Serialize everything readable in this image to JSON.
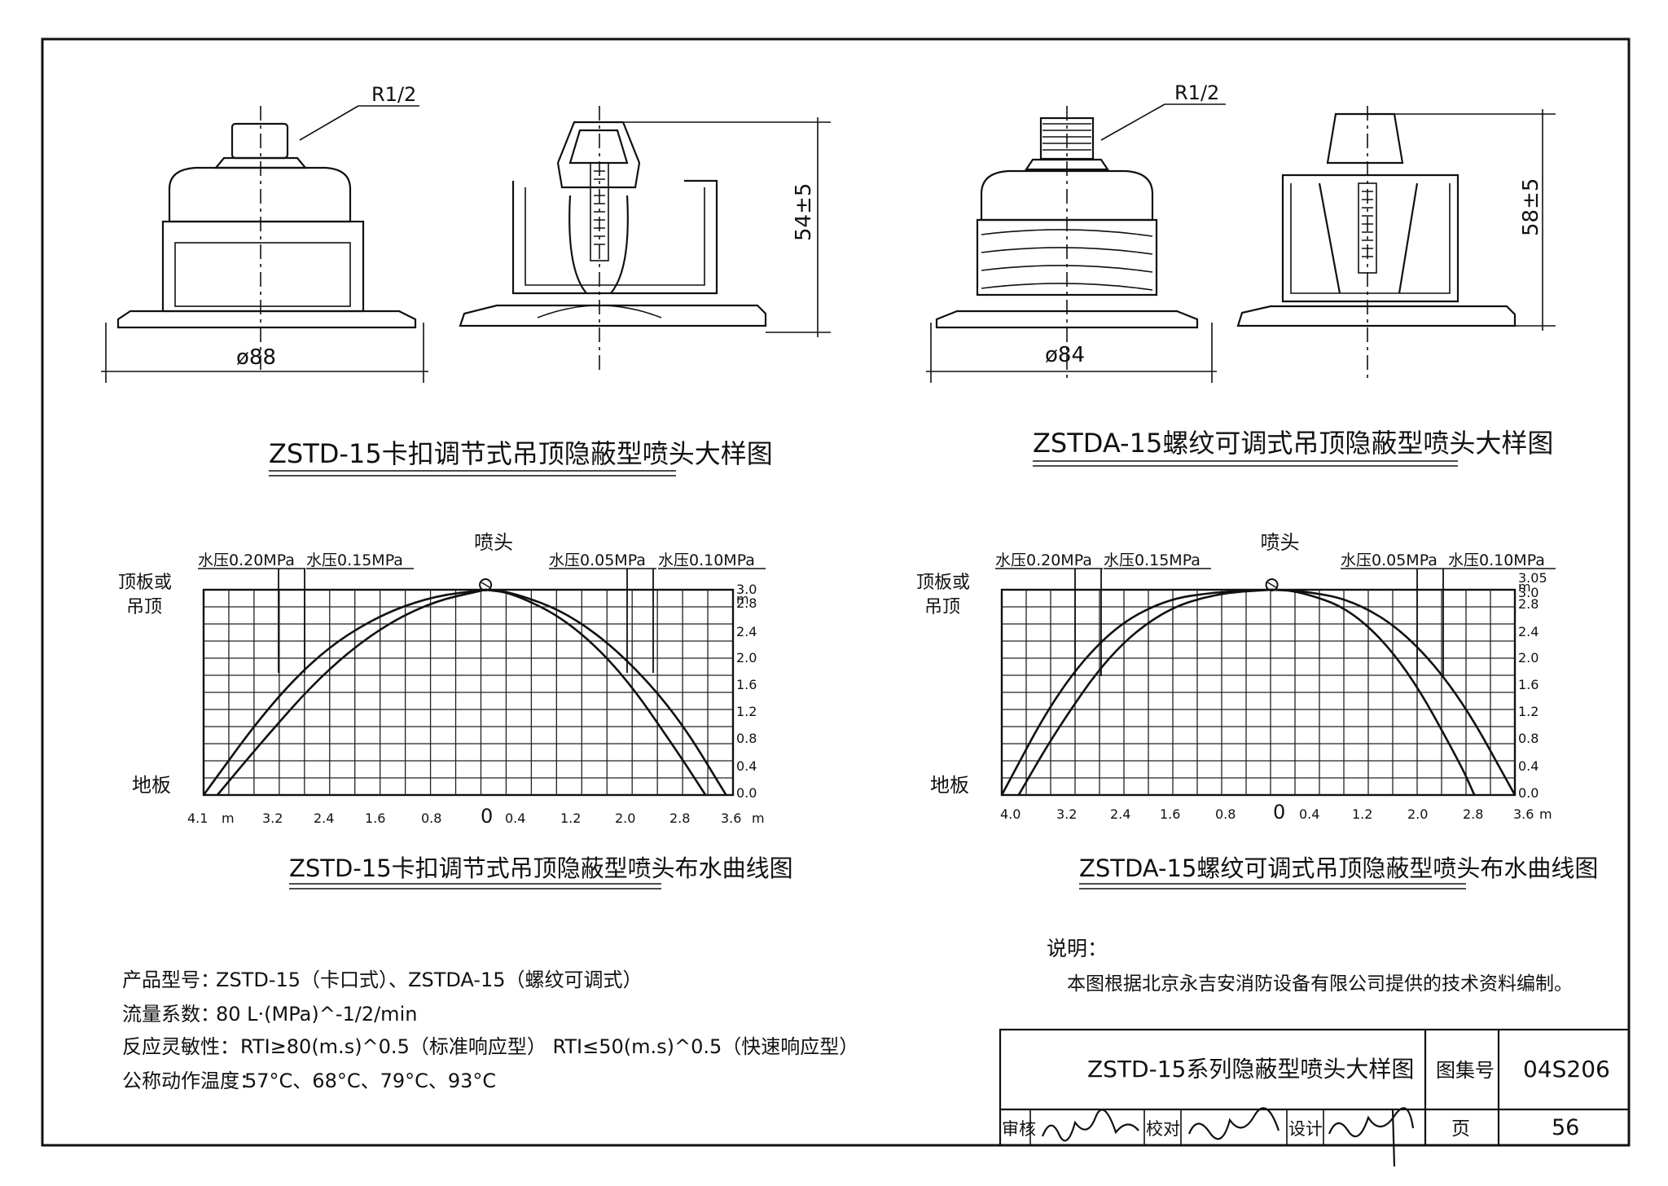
{
  "drawings": {
    "left": {
      "thread_label": "R1/2",
      "diameter_label": "ø88",
      "height_label": "54±5",
      "title": "ZSTD-15卡扣调节式吊顶隐蔽型喷头大样图"
    },
    "right": {
      "thread_label": "R1/2",
      "diameter_label": "ø84",
      "height_label": "58±5",
      "title": "ZSTDA-15螺纹可调式吊顶隐蔽型喷头大样图"
    }
  },
  "chart_data": [
    {
      "type": "line",
      "title": "ZSTD-15卡扣调节式吊顶隐蔽型喷头布水曲线图",
      "top_label": "喷头",
      "ceiling_label": "顶板或\n吊顶",
      "floor_label": "地板",
      "x_tick_labels": [
        "4.1",
        "m",
        "3.2",
        "2.4",
        "1.6",
        "0.8",
        "0",
        "0.4",
        "1.2",
        "2.0",
        "2.8",
        "3.6",
        "m"
      ],
      "x_unit": "m",
      "y_tick_labels": [
        "3.0",
        "m",
        "2.8",
        "2.4",
        "2.0",
        "1.6",
        "1.2",
        "0.8",
        "0.4",
        "0.0"
      ],
      "xlim": [
        -4.1,
        3.6
      ],
      "ylim": [
        0,
        3.0
      ],
      "pressure_labels": [
        "水压0.20MPa",
        "水压0.15MPa",
        "水压0.05MPa",
        "水压0.10MPa"
      ],
      "series": [
        {
          "name": "水压0.20MPa",
          "x": [
            -4.1,
            -3.2,
            -2.4,
            -1.6,
            -0.8,
            0
          ],
          "y": [
            0.0,
            1.24,
            2.08,
            2.6,
            2.9,
            3.0
          ]
        },
        {
          "name": "水压0.15MPa",
          "x": [
            -3.9,
            -3.2,
            -2.4,
            -1.6,
            -0.8,
            0
          ],
          "y": [
            0.0,
            0.84,
            1.74,
            2.4,
            2.82,
            3.0
          ]
        },
        {
          "name": "水压0.05MPa",
          "x": [
            0,
            0.4,
            1.2,
            2.0,
            2.8,
            3.2
          ],
          "y": [
            3.0,
            2.95,
            2.55,
            1.78,
            0.62,
            0.0
          ]
        },
        {
          "name": "水压0.10MPa",
          "x": [
            0,
            0.4,
            1.2,
            2.0,
            2.8,
            3.5
          ],
          "y": [
            3.0,
            2.96,
            2.66,
            2.05,
            1.15,
            0.0
          ]
        }
      ]
    },
    {
      "type": "line",
      "title": "ZSTDA-15螺纹可调式吊顶隐蔽型喷头布水曲线图",
      "top_label": "喷头",
      "ceiling_label": "顶板或\n吊顶",
      "floor_label": "地板",
      "x_tick_labels": [
        "4.0",
        "3.2",
        "2.4",
        "1.6",
        "0.8",
        "0",
        "0.4",
        "1.2",
        "2.0",
        "2.8",
        "3.6",
        "m"
      ],
      "x_unit": "m",
      "y_tick_labels": [
        "3.05",
        "m",
        "3.0",
        "2.8",
        "2.4",
        "2.0",
        "1.6",
        "1.2",
        "0.8",
        "0.4",
        "0.0"
      ],
      "xlim": [
        -4.0,
        3.6
      ],
      "ylim": [
        0,
        3.05
      ],
      "pressure_labels": [
        "水压0.20MPa",
        "水压0.15MPa",
        "水压0.05MPa",
        "水压0.10MPa"
      ],
      "series": [
        {
          "name": "水压0.20MPa",
          "x": [
            -4.0,
            -3.2,
            -2.4,
            -1.6,
            -0.8,
            0
          ],
          "y": [
            0.0,
            1.5,
            2.45,
            2.9,
            3.02,
            3.05
          ]
        },
        {
          "name": "水压0.15MPa",
          "x": [
            -3.75,
            -3.2,
            -2.4,
            -1.6,
            -0.8,
            0
          ],
          "y": [
            0.0,
            0.95,
            2.1,
            2.75,
            3.0,
            3.05
          ]
        },
        {
          "name": "水压0.05MPa",
          "x": [
            0,
            0.4,
            1.2,
            2.0,
            2.8,
            3.0
          ],
          "y": [
            3.05,
            3.03,
            2.75,
            1.9,
            0.45,
            0.0
          ]
        },
        {
          "name": "水压0.10MPa",
          "x": [
            0,
            0.4,
            1.2,
            2.0,
            2.8,
            3.6
          ],
          "y": [
            3.05,
            3.04,
            2.9,
            2.4,
            1.45,
            0.0
          ]
        }
      ]
    }
  ],
  "specs": [
    {
      "label": "产品型号：",
      "value": "ZSTD-15（卡口式）、ZSTDA-15（螺纹可调式）"
    },
    {
      "label": "流量系数：",
      "value": "80 L·(MPa)^-1/2/min"
    },
    {
      "label": "反应灵敏性：",
      "value": "RTI≥80(m.s)^0.5（标准响应型）   RTI≤50(m.s)^0.5（快速响应型）"
    },
    {
      "label": "公称动作温度：",
      "value": "57°C、68°C、79°C、93°C"
    }
  ],
  "notes": {
    "heading": "说明：",
    "text": "本图根据北京永吉安消防设备有限公司提供的技术资料编制。"
  },
  "title_block": {
    "drawing_title": "ZSTD-15系列隐蔽型喷头大样图",
    "atlas_label": "图集号",
    "atlas_number": "04S206",
    "review_label": "审核",
    "check_label": "校对",
    "design_label": "设计",
    "page_label": "页",
    "page_number": "56"
  }
}
